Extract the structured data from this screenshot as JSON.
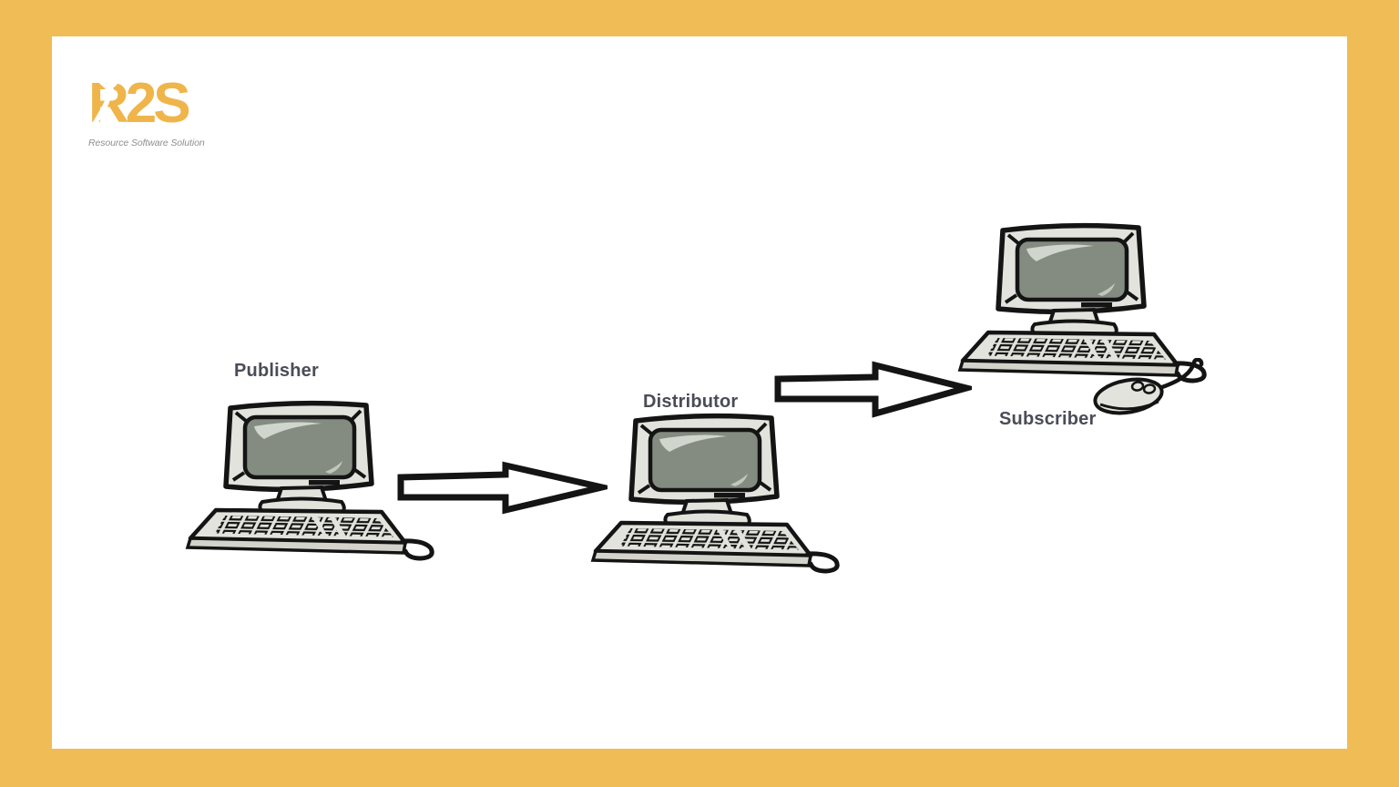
{
  "colors": {
    "frame": "#F0BC55",
    "slide": "#FFFFFF",
    "logo-orange": "#EFB54B",
    "tagline-gray": "#8F8F8F",
    "label": "#4A4C57",
    "screen": "#848C81",
    "pc-body": "#E3E3DD",
    "pc-shade": "#D3D3CC",
    "ink": "#141414"
  },
  "logo": {
    "text": "R2S",
    "tagline": "Resource Software Solution"
  },
  "diagram": {
    "type": "flow",
    "nodes": [
      {
        "id": "publisher",
        "label": "Publisher",
        "device": "desktop-computer"
      },
      {
        "id": "distributor",
        "label": "Distributor",
        "device": "desktop-computer"
      },
      {
        "id": "subscriber",
        "label": "Subscriber",
        "device": "desktop-computer-with-mouse"
      }
    ],
    "edges": [
      {
        "from": "publisher",
        "to": "distributor",
        "style": "outlined-block-arrow",
        "direction": "right"
      },
      {
        "from": "distributor",
        "to": "subscriber",
        "style": "outlined-block-arrow",
        "direction": "right"
      }
    ]
  }
}
